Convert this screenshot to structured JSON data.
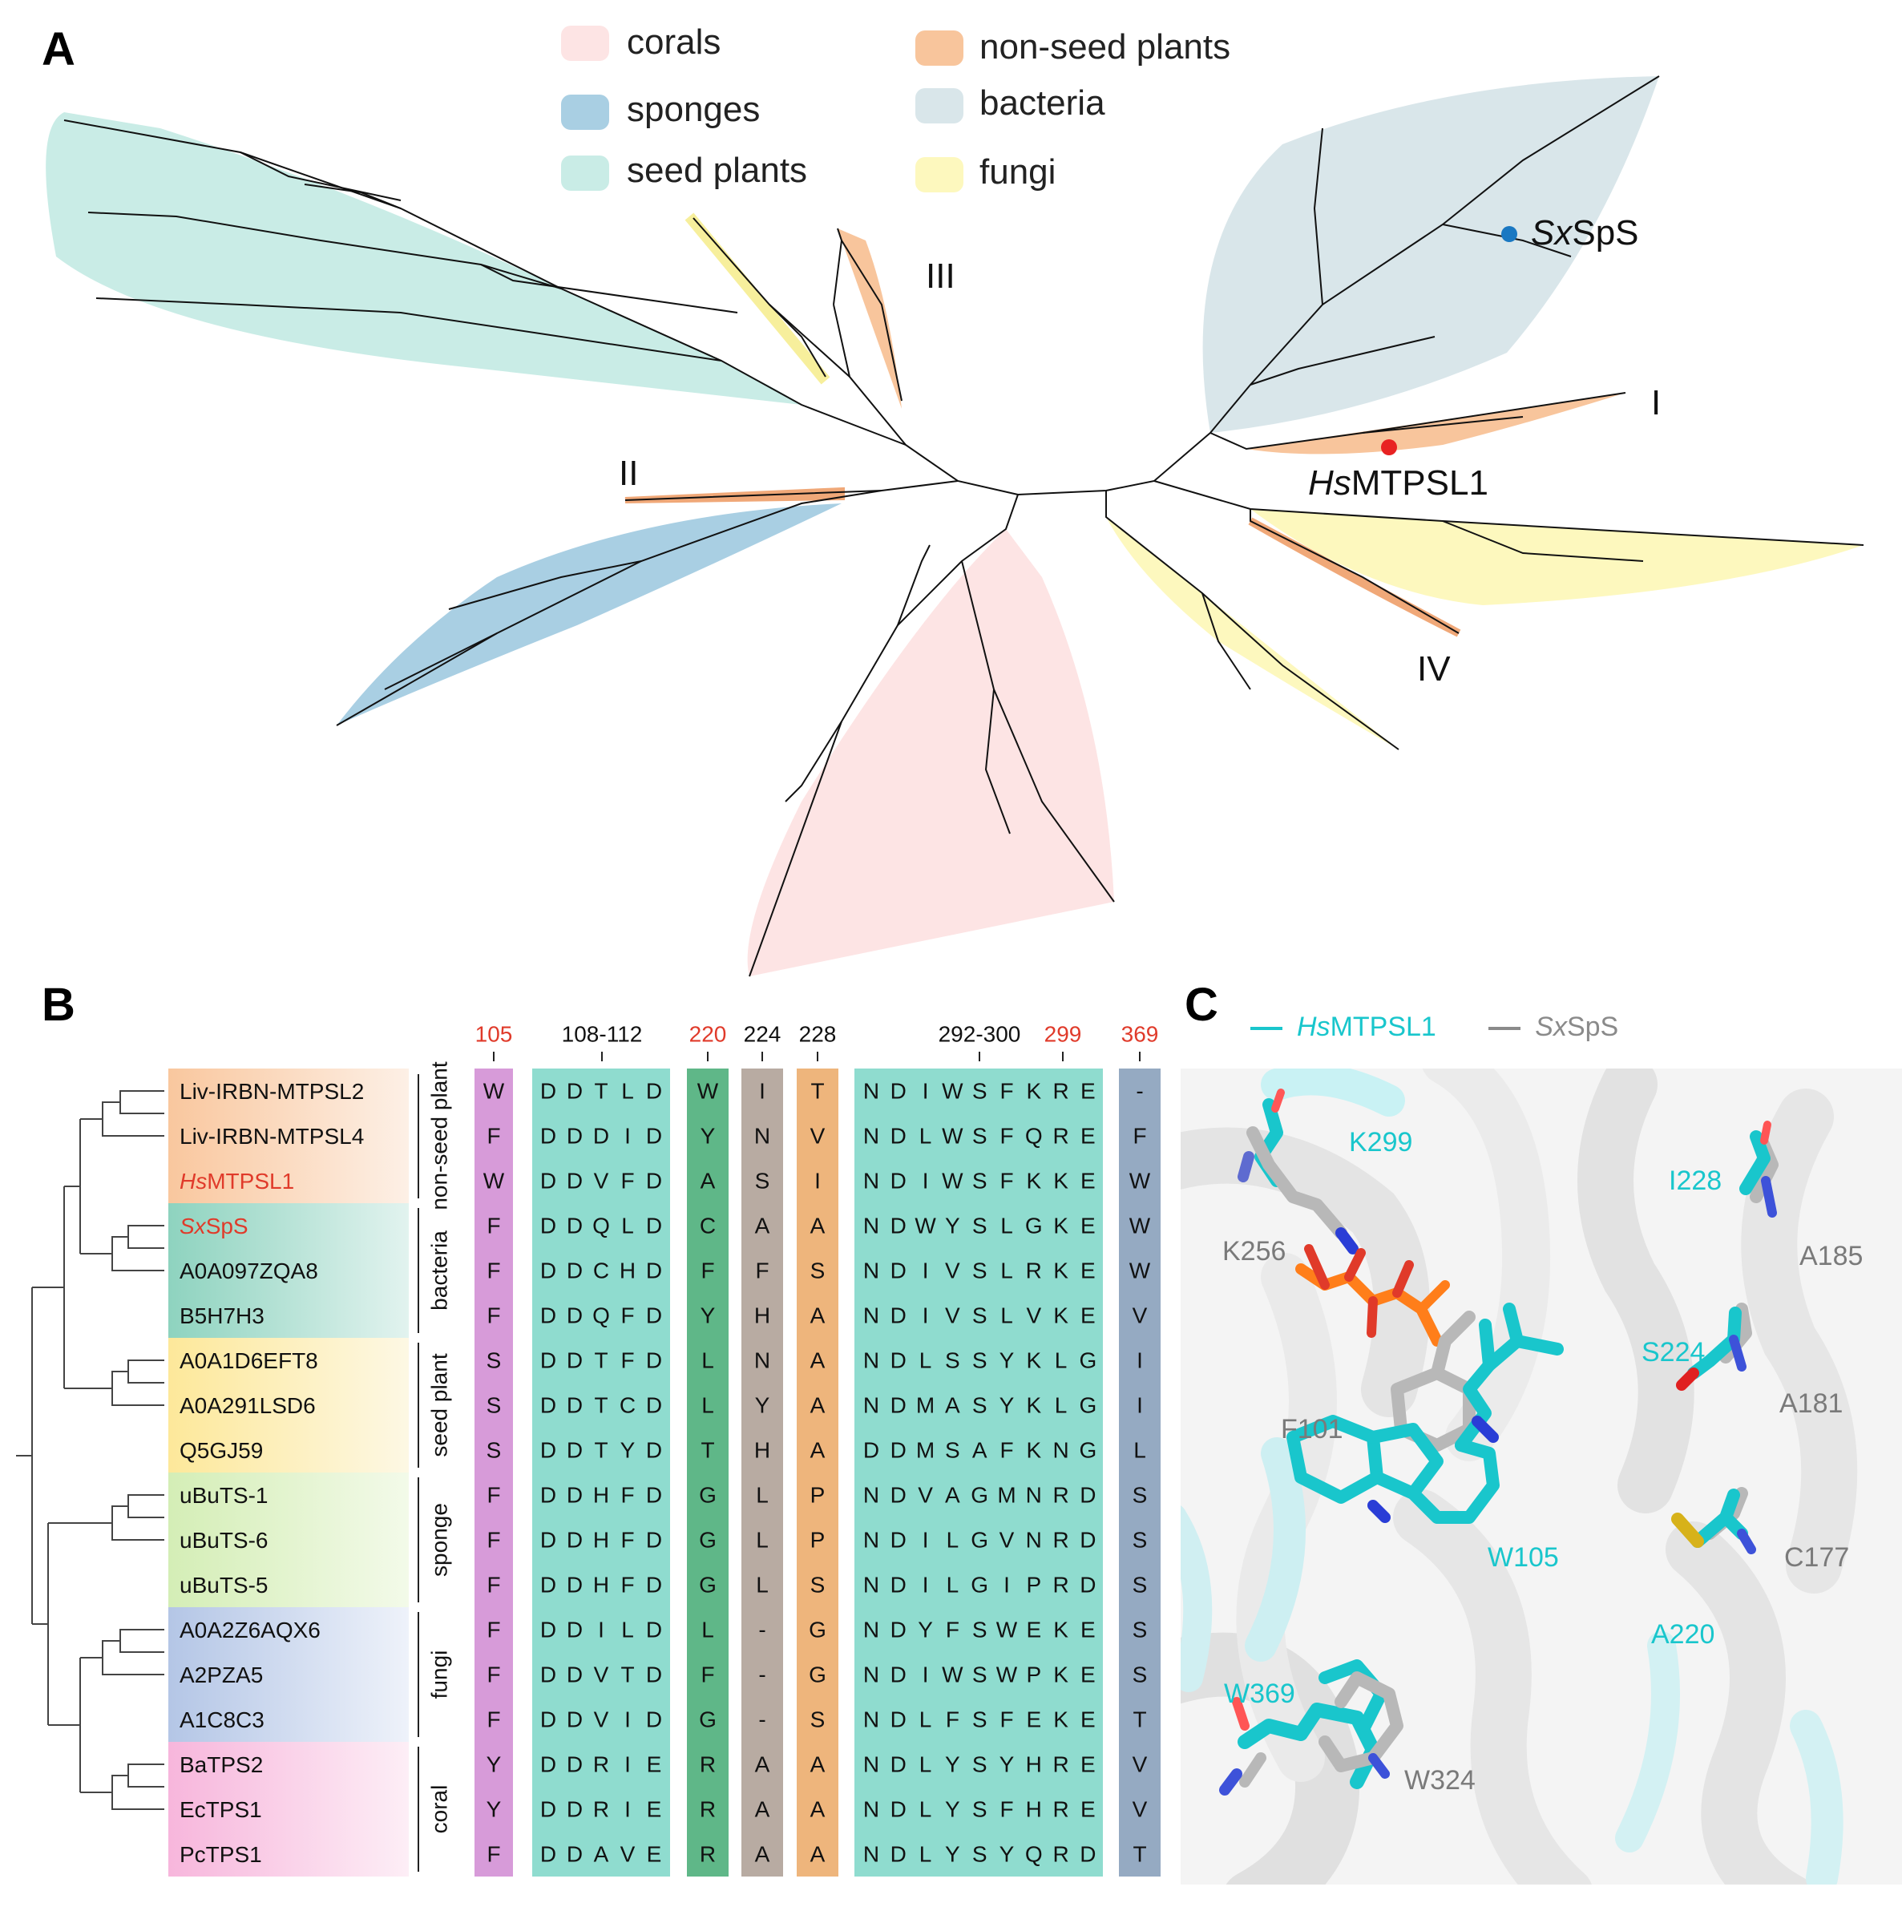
{
  "panels": {
    "a": "A",
    "b": "B",
    "c": "C"
  },
  "legend": [
    {
      "label": "corals",
      "color": "#fde4e4"
    },
    {
      "label": "sponges",
      "color": "#a9cfe3"
    },
    {
      "label": "seed plants",
      "color": "#c9ece6"
    },
    {
      "label": "non-seed plants",
      "color": "#f8c59c"
    },
    {
      "label": "bacteria",
      "color": "#d9e6ea"
    },
    {
      "label": "fungi",
      "color": "#fdf8be"
    }
  ],
  "tree_labels": {
    "clade_I": "I",
    "clade_II": "II",
    "clade_III": "III",
    "clade_IV": "IV",
    "sxsps_italic": "Sx",
    "sxsps_rest": "SpS",
    "hsmtpsl1_italic": "Hs",
    "hsmtpsl1_rest": "MTPSL1"
  },
  "alignment": {
    "headers": [
      {
        "label": "105",
        "color": "#e03a2a"
      },
      {
        "label": "108-112",
        "color": "#111111"
      },
      {
        "label": "220",
        "color": "#e03a2a"
      },
      {
        "label": "224",
        "color": "#111111"
      },
      {
        "label": "228",
        "color": "#111111"
      },
      {
        "label": "292-300",
        "color": "#111111"
      },
      {
        "label": "299",
        "color": "#e03a2a"
      },
      {
        "label": "369",
        "color": "#e03a2a"
      }
    ],
    "groups": [
      "non-seed plant",
      "bacteria",
      "seed plant",
      "sponge",
      "fungi",
      "coral"
    ],
    "rows": [
      {
        "name": "Liv-IRBN-MTPSL2",
        "c105": "W",
        "c108": "DDTLD",
        "c220": "W",
        "c224": "I",
        "c228": "T",
        "c292": "NDIWSFKRE",
        "c369": "-"
      },
      {
        "name": "Liv-IRBN-MTPSL4",
        "c105": "F",
        "c108": "DDDID",
        "c220": "Y",
        "c224": "N",
        "c228": "V",
        "c292": "NDLWSFQRE",
        "c369": "F"
      },
      {
        "name_italic": "Hs",
        "name": "MTPSL1",
        "c105": "W",
        "c108": "DDVFD",
        "c220": "A",
        "c224": "S",
        "c228": "I",
        "c292": "NDIWSFKKE",
        "c369": "W"
      },
      {
        "name_italic": "Sx",
        "name": "SpS",
        "c105": "F",
        "c108": "DDQLD",
        "c220": "C",
        "c224": "A",
        "c228": "A",
        "c292": "NDWYSLGKE",
        "c369": "W"
      },
      {
        "name": "A0A097ZQA8",
        "c105": "F",
        "c108": "DDCHD",
        "c220": "F",
        "c224": "F",
        "c228": "S",
        "c292": "NDIVSLRKE",
        "c369": "W"
      },
      {
        "name": "B5H7H3",
        "c105": "F",
        "c108": "DDQFD",
        "c220": "Y",
        "c224": "H",
        "c228": "A",
        "c292": "NDIVSLVKE",
        "c369": "V"
      },
      {
        "name": "A0A1D6EFT8",
        "c105": "S",
        "c108": "DDTFD",
        "c220": "L",
        "c224": "N",
        "c228": "A",
        "c292": "NDLSSYKLG",
        "c369": "I"
      },
      {
        "name": "A0A291LSD6",
        "c105": "S",
        "c108": "DDTCD",
        "c220": "L",
        "c224": "Y",
        "c228": "A",
        "c292": "NDMASYKLG",
        "c369": "I"
      },
      {
        "name": "Q5GJ59",
        "c105": "S",
        "c108": "DDTYD",
        "c220": "T",
        "c224": "H",
        "c228": "A",
        "c292": "DDMSAFKNG",
        "c369": "L"
      },
      {
        "name": "uBuTS-1",
        "c105": "F",
        "c108": "DDHFD",
        "c220": "G",
        "c224": "L",
        "c228": "P",
        "c292": "NDVAGMNRD",
        "c369": "S"
      },
      {
        "name": "uBuTS-6",
        "c105": "F",
        "c108": "DDHFD",
        "c220": "G",
        "c224": "L",
        "c228": "P",
        "c292": "NDILGVNRD",
        "c369": "S"
      },
      {
        "name": "uBuTS-5",
        "c105": "F",
        "c108": "DDHFD",
        "c220": "G",
        "c224": "L",
        "c228": "S",
        "c292": "NDILGIPRD",
        "c369": "S"
      },
      {
        "name": "A0A2Z6AQX6",
        "c105": "F",
        "c108": "DDILD",
        "c220": "L",
        "c224": "-",
        "c228": "G",
        "c292": "NDYFSWEKE",
        "c369": "S"
      },
      {
        "name": "A2PZA5",
        "c105": "F",
        "c108": "DDVTD",
        "c220": "F",
        "c224": "-",
        "c228": "G",
        "c292": "NDIWSWPKE",
        "c369": "S"
      },
      {
        "name": "A1C8C3",
        "c105": "F",
        "c108": "DDVID",
        "c220": "G",
        "c224": "-",
        "c228": "S",
        "c292": "NDLFSFEKE",
        "c369": "T"
      },
      {
        "name": "BaTPS2",
        "c105": "Y",
        "c108": "DDRIE",
        "c220": "R",
        "c224": "A",
        "c228": "A",
        "c292": "NDLYSYHRE",
        "c369": "V"
      },
      {
        "name": "EcTPS1",
        "c105": "Y",
        "c108": "DDRIE",
        "c220": "R",
        "c224": "A",
        "c228": "A",
        "c292": "NDLYSFHRE",
        "c369": "V"
      },
      {
        "name": "PcTPS1",
        "c105": "F",
        "c108": "DDAVE",
        "c220": "R",
        "c224": "A",
        "c228": "A",
        "c292": "NDLYSYQRD",
        "c369": "T"
      }
    ]
  },
  "structure": {
    "legend_hs_italic": "Hs",
    "legend_hs_rest": "MTPSL1",
    "legend_sx_italic": "Sx",
    "legend_sx_rest": "SpS",
    "hs_color": "#19c6cc",
    "sx_color": "#8a8a8a",
    "labels_cyan": [
      "K299",
      "I228",
      "S224",
      "W105",
      "A220",
      "W369"
    ],
    "labels_gray": [
      "K256",
      "A185",
      "A181",
      "F101",
      "C177",
      "W324"
    ]
  }
}
